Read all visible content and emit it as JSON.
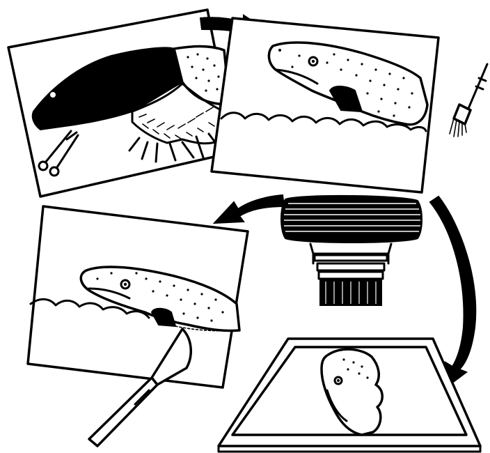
{
  "figure": {
    "kind": "illustration",
    "panel_count": 4,
    "arrow_count": 3,
    "colors": {
      "ink": "#000000",
      "paper": "#ffffff"
    },
    "icons": [
      "scissors-icon",
      "brush-icon",
      "scalpel-icon",
      "camera-lens-icon"
    ]
  }
}
